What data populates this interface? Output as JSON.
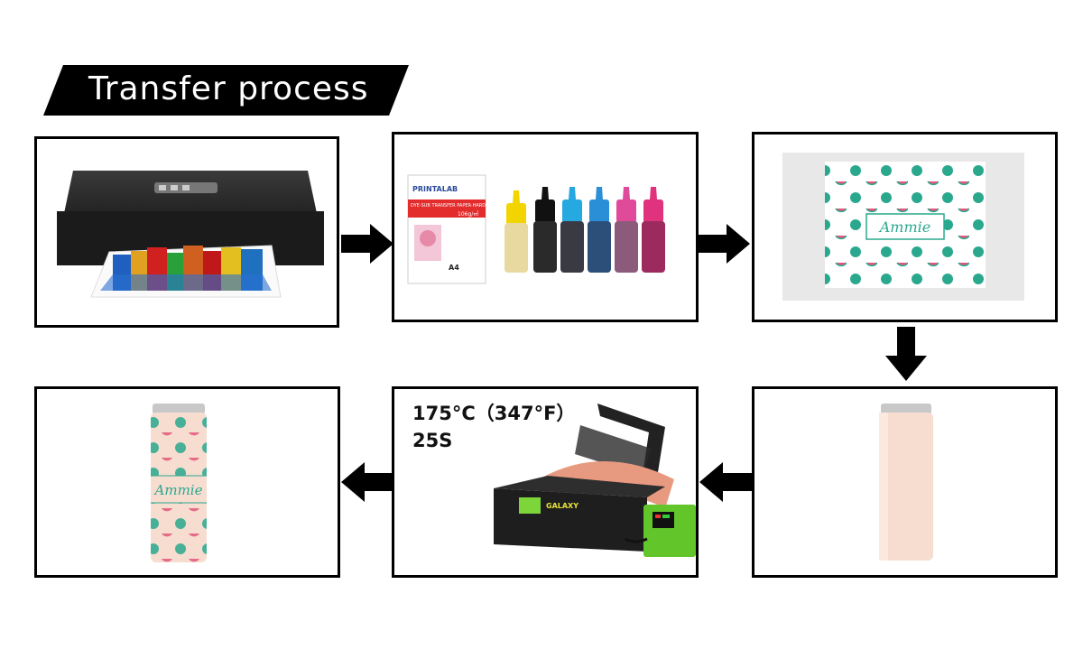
{
  "header": {
    "title": "Transfer process"
  },
  "steps": [
    {
      "name": "printer"
    },
    {
      "name": "paper-and-ink",
      "paper_brand": "PRINTALAB",
      "paper_series": "DYE-SUB TRANSFER PAPER-HARD SERIES",
      "paper_weight": "106g/㎡",
      "paper_size": "A4"
    },
    {
      "name": "printed-sheet",
      "pattern_text": "Ammie"
    },
    {
      "name": "blank-tumbler"
    },
    {
      "name": "heat-press",
      "temperature": "175°C（347°F）",
      "time": "25S",
      "brand": "GALAXY"
    },
    {
      "name": "finished-tumbler",
      "pattern_text": "Ammie"
    }
  ],
  "colors": {
    "arrow": "#000000",
    "ink": [
      "#f2d500",
      "#111111",
      "#26a8e0",
      "#2a8fd6",
      "#e04a9a",
      "#e0327d"
    ]
  }
}
